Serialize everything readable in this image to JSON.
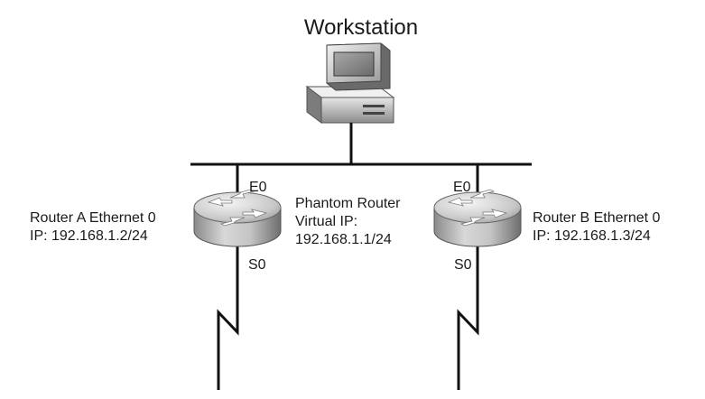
{
  "workstation": {
    "label": "Workstation"
  },
  "router_a": {
    "name": "Router A Ethernet 0",
    "ip": "IP: 192.168.1.2/24",
    "ethernet_port": "E0",
    "serial_port": "S0"
  },
  "router_b": {
    "name": "Router B Ethernet 0",
    "ip": "IP: 192.168.1.3/24",
    "ethernet_port": "E0",
    "serial_port": "S0"
  },
  "phantom_router": {
    "line1": "Phantom Router",
    "line2": "Virtual IP:",
    "line3": "192.168.1.1/24"
  }
}
